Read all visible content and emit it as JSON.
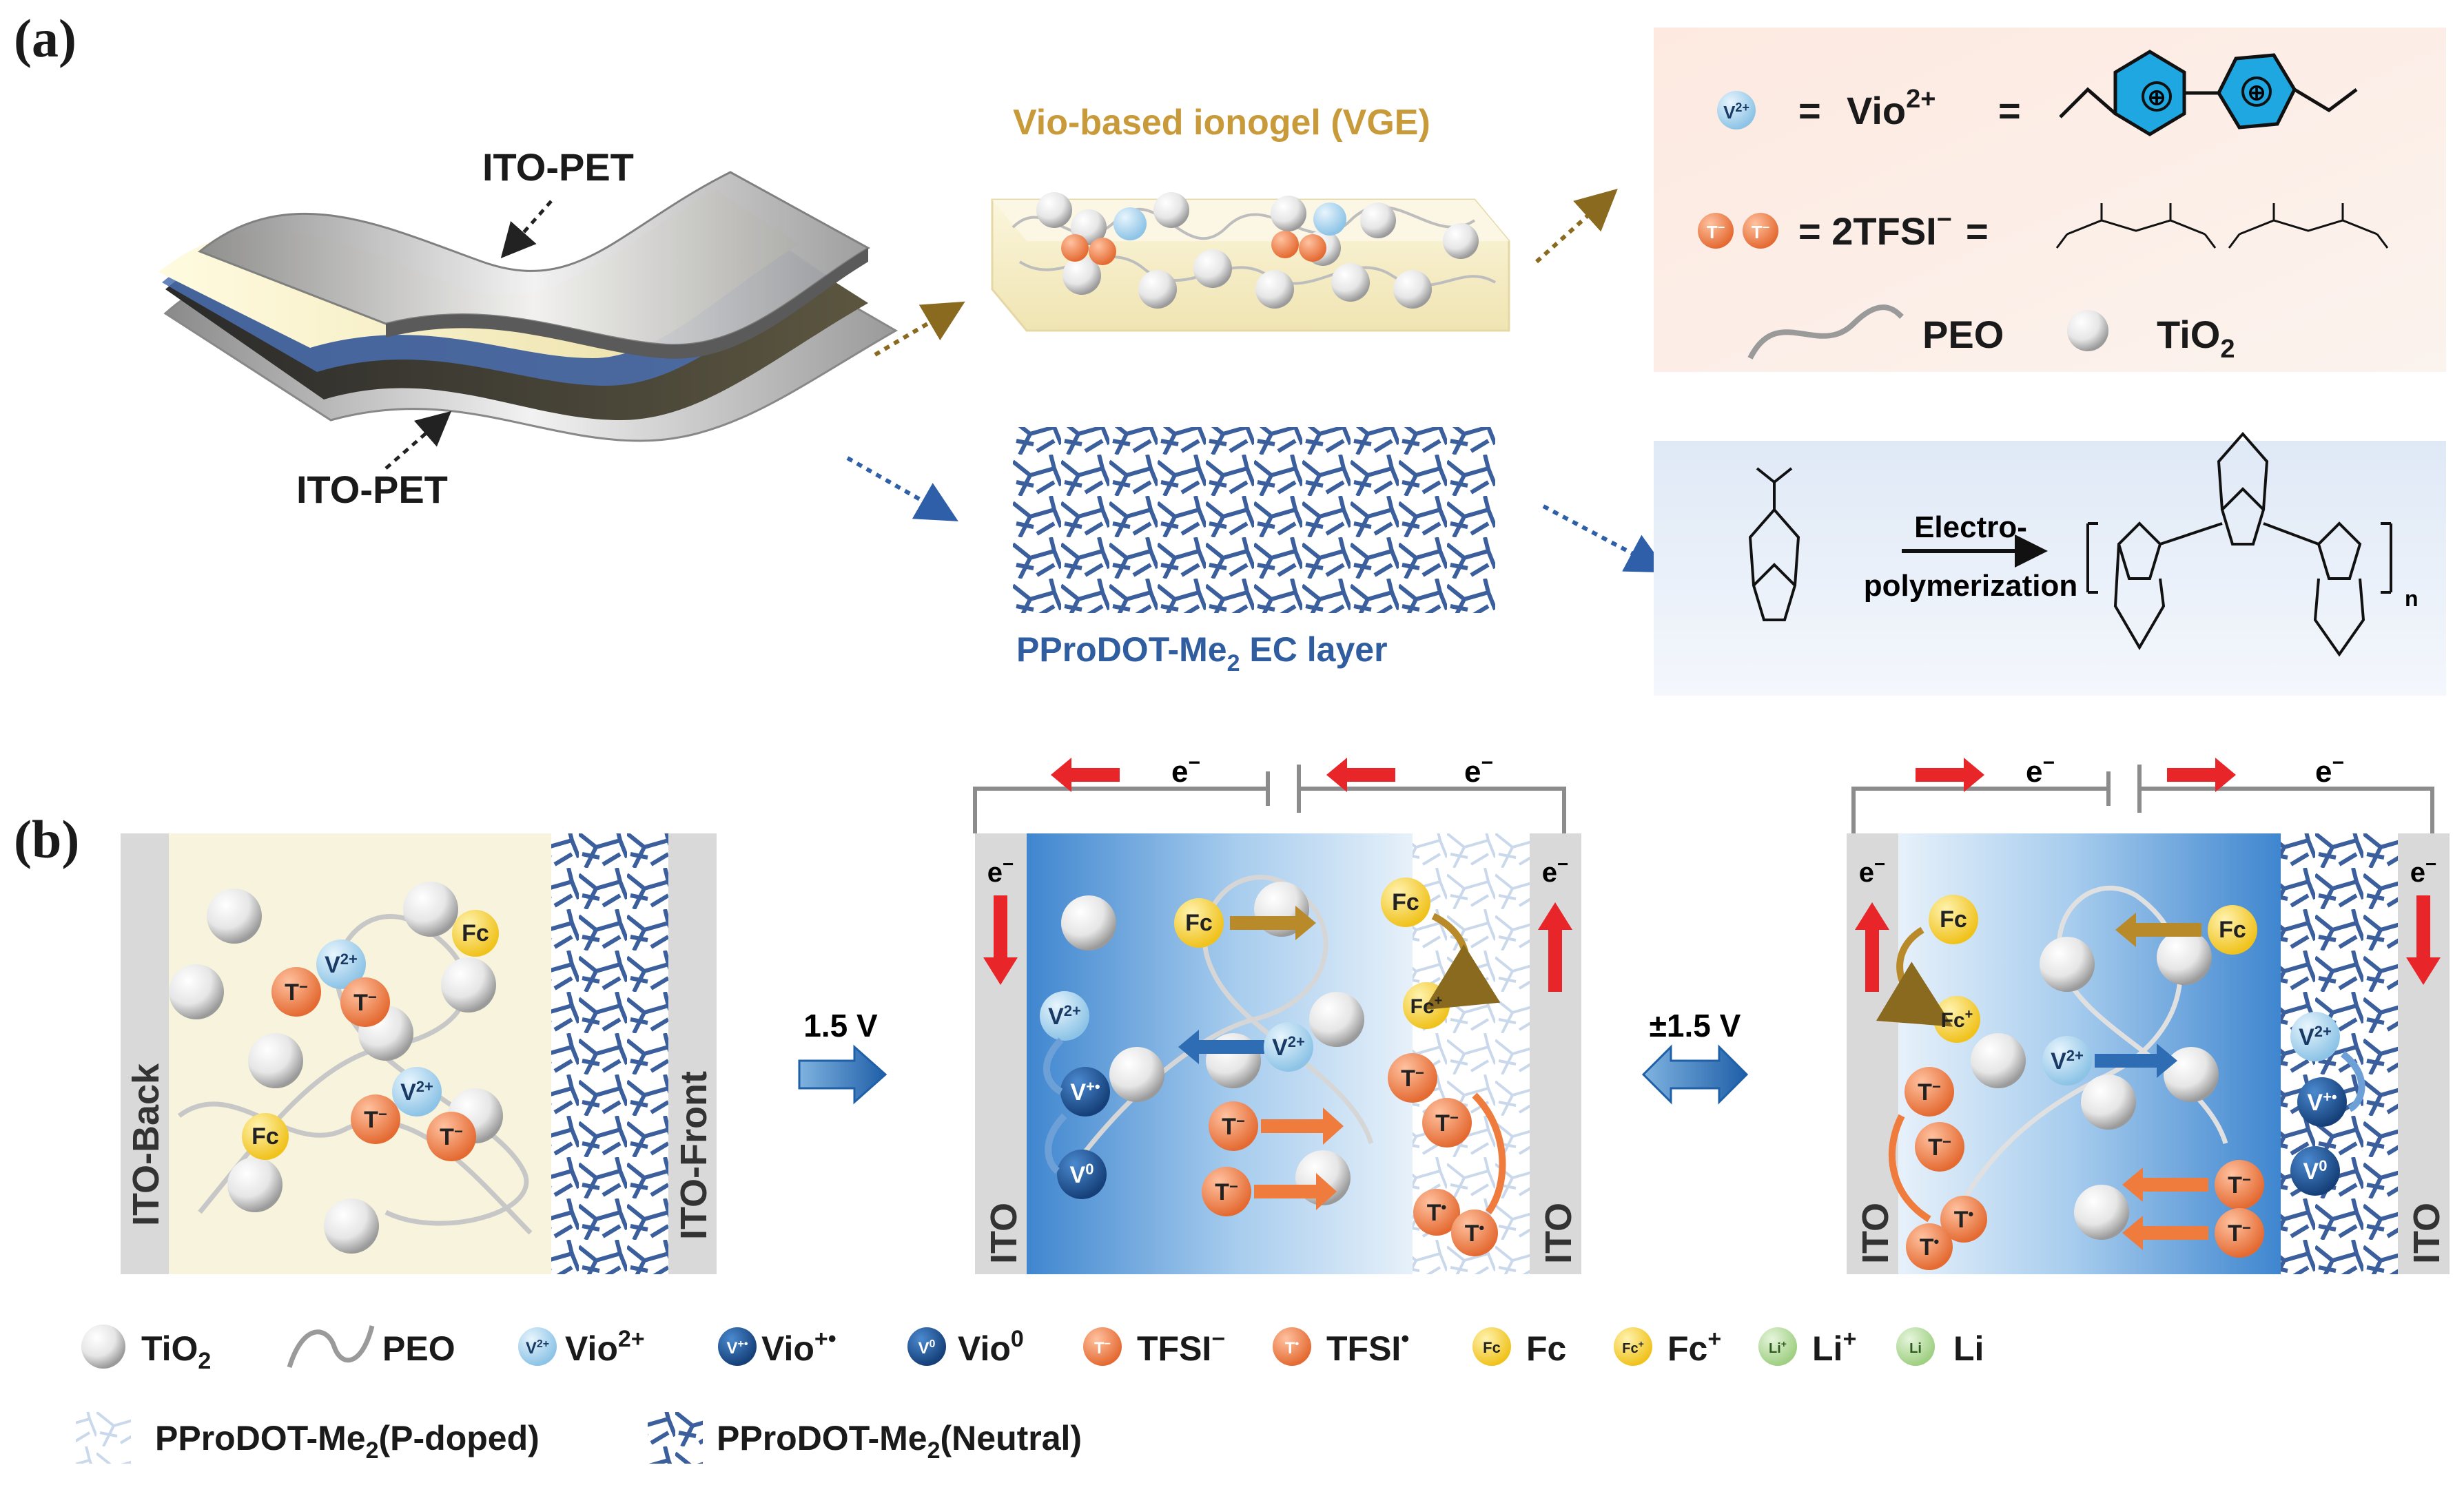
{
  "panel_a": {
    "label": "(a)",
    "ito_pet_top": "ITO-PET",
    "ito_pet_bottom": "ITO-PET",
    "vge_title": "Vio-based ionogel (VGE)",
    "ec_layer_title": "PProDOT-Me",
    "ec_layer_sub": "2",
    "ec_layer_tail": " EC layer",
    "vio_ion_symbol": "V",
    "vio_ion_charge": "2+",
    "vio_eq": "=",
    "vio_name": "Vio",
    "vio_charge": "2+",
    "tfsi_ion_symbol": "T",
    "tfsi_ion_charge": "−",
    "tfsi_eq": "= 2TFSI",
    "tfsi_charge": "−",
    "peo_label": "PEO",
    "tio2_label": "TiO",
    "tio2_sub": "2",
    "reaction_top": "Electro-",
    "reaction_bottom": "polymerization",
    "polymer_n": "n",
    "plus_sign": "⊕"
  },
  "panel_b": {
    "label": "(b)",
    "ito_back": "ITO-Back",
    "ito_front": "ITO-Front",
    "ito": "ITO",
    "electron": "e",
    "electron_charge": "−",
    "voltage_1": "1.5 V",
    "voltage_2": "±1.5 V",
    "fc": "Fc",
    "fc_plus": "Fc",
    "fc_plus_charge": "+",
    "v2": "V",
    "v2_charge": "2+",
    "vplus": "V",
    "vplus_charge": "+•",
    "v0": "V",
    "v0_charge": "0",
    "t_minus": "T",
    "t_minus_charge": "−",
    "t_rad": "T",
    "t_rad_charge": "•"
  },
  "legend": {
    "tio2": "TiO",
    "tio2_sub": "2",
    "peo": "PEO",
    "vio2": "Vio",
    "vio2_sup": "2+",
    "vio_rad": "Vio",
    "vio_rad_sup": "+•",
    "vio0": "Vio",
    "vio0_sup": "0",
    "tfsi_minus": "TFSI",
    "tfsi_minus_sup": "−",
    "tfsi_rad": "TFSI",
    "tfsi_rad_sup": "•",
    "fc": "Fc",
    "fc_plus": "Fc",
    "fc_plus_sup": "+",
    "li_plus": "Li",
    "li_plus_sup": "+",
    "li": "Li",
    "pdoped": "PProDOT-Me",
    "pdoped_sub": "2",
    "pdoped_tail": "(P-doped)",
    "neutral": "PProDOT-Me",
    "neutral_sub": "2",
    "neutral_tail": "(Neutral)",
    "badge_v2": "V",
    "badge_v2_sup": "2+",
    "badge_vplus": "V",
    "badge_vplus_sup": "+•",
    "badge_v0": "V",
    "badge_v0_sup": "0",
    "badge_t": "T",
    "badge_t_sup": "−",
    "badge_trad": "T",
    "badge_trad_sup": "•",
    "badge_fc": "Fc",
    "badge_fcp": "Fc",
    "badge_fcp_sup": "+",
    "badge_lip": "Li",
    "badge_lip_sup": "+",
    "badge_li": "Li"
  },
  "colors": {
    "vio2": "#a9d3ec",
    "vio_rad": "#1f5fa8",
    "tfsi": "#ef8a5a",
    "fc": "#f5d13a",
    "li": "#b8dca0",
    "ec_blue": "#3b5e9c",
    "vge_bg": "#f7f3dc",
    "red_arrow": "#e8262a",
    "gold_arrow": "#b98a2a",
    "orange_arrow": "#ef7b3c",
    "blue_arrow": "#2e6db4"
  }
}
